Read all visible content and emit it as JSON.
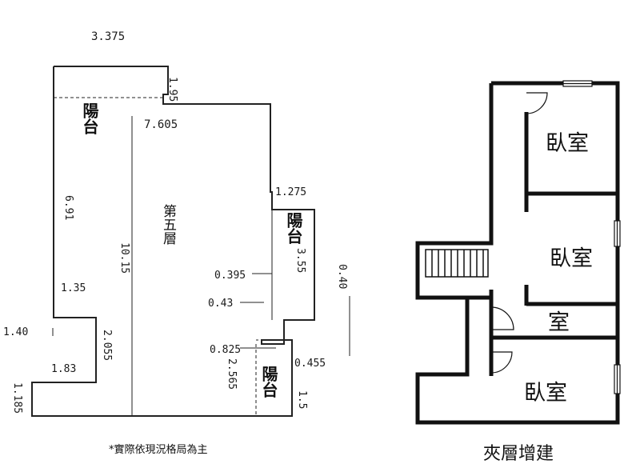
{
  "left_plan": {
    "dimensions": {
      "top_width": "3.375",
      "top_right_step": "1.95",
      "inner_top": "7.605",
      "right_step": "1.275",
      "left_height": "6.91",
      "center_height": "10.15",
      "left_lower": "1.35",
      "left_small": "1.40",
      "left_bottom_width": "1.83",
      "left_bottom_height": "1.185",
      "center_lower": "2.055",
      "mid_a": "0.395",
      "mid_b": "0.43",
      "mid_c": "0.825",
      "mid_d": "2.565",
      "right_a": "3.55",
      "right_b": "0.455",
      "right_c": "1.5",
      "far_right": "0.40"
    },
    "labels": {
      "balcony": "陽台",
      "floor": "第五層"
    },
    "caption": "*實際依現況格局為主"
  },
  "right_plan": {
    "rooms": {
      "bedroom_1": "臥室",
      "bedroom_2": "臥室",
      "room": "室",
      "bedroom_3": "臥室"
    },
    "caption": "夾層增建"
  }
}
